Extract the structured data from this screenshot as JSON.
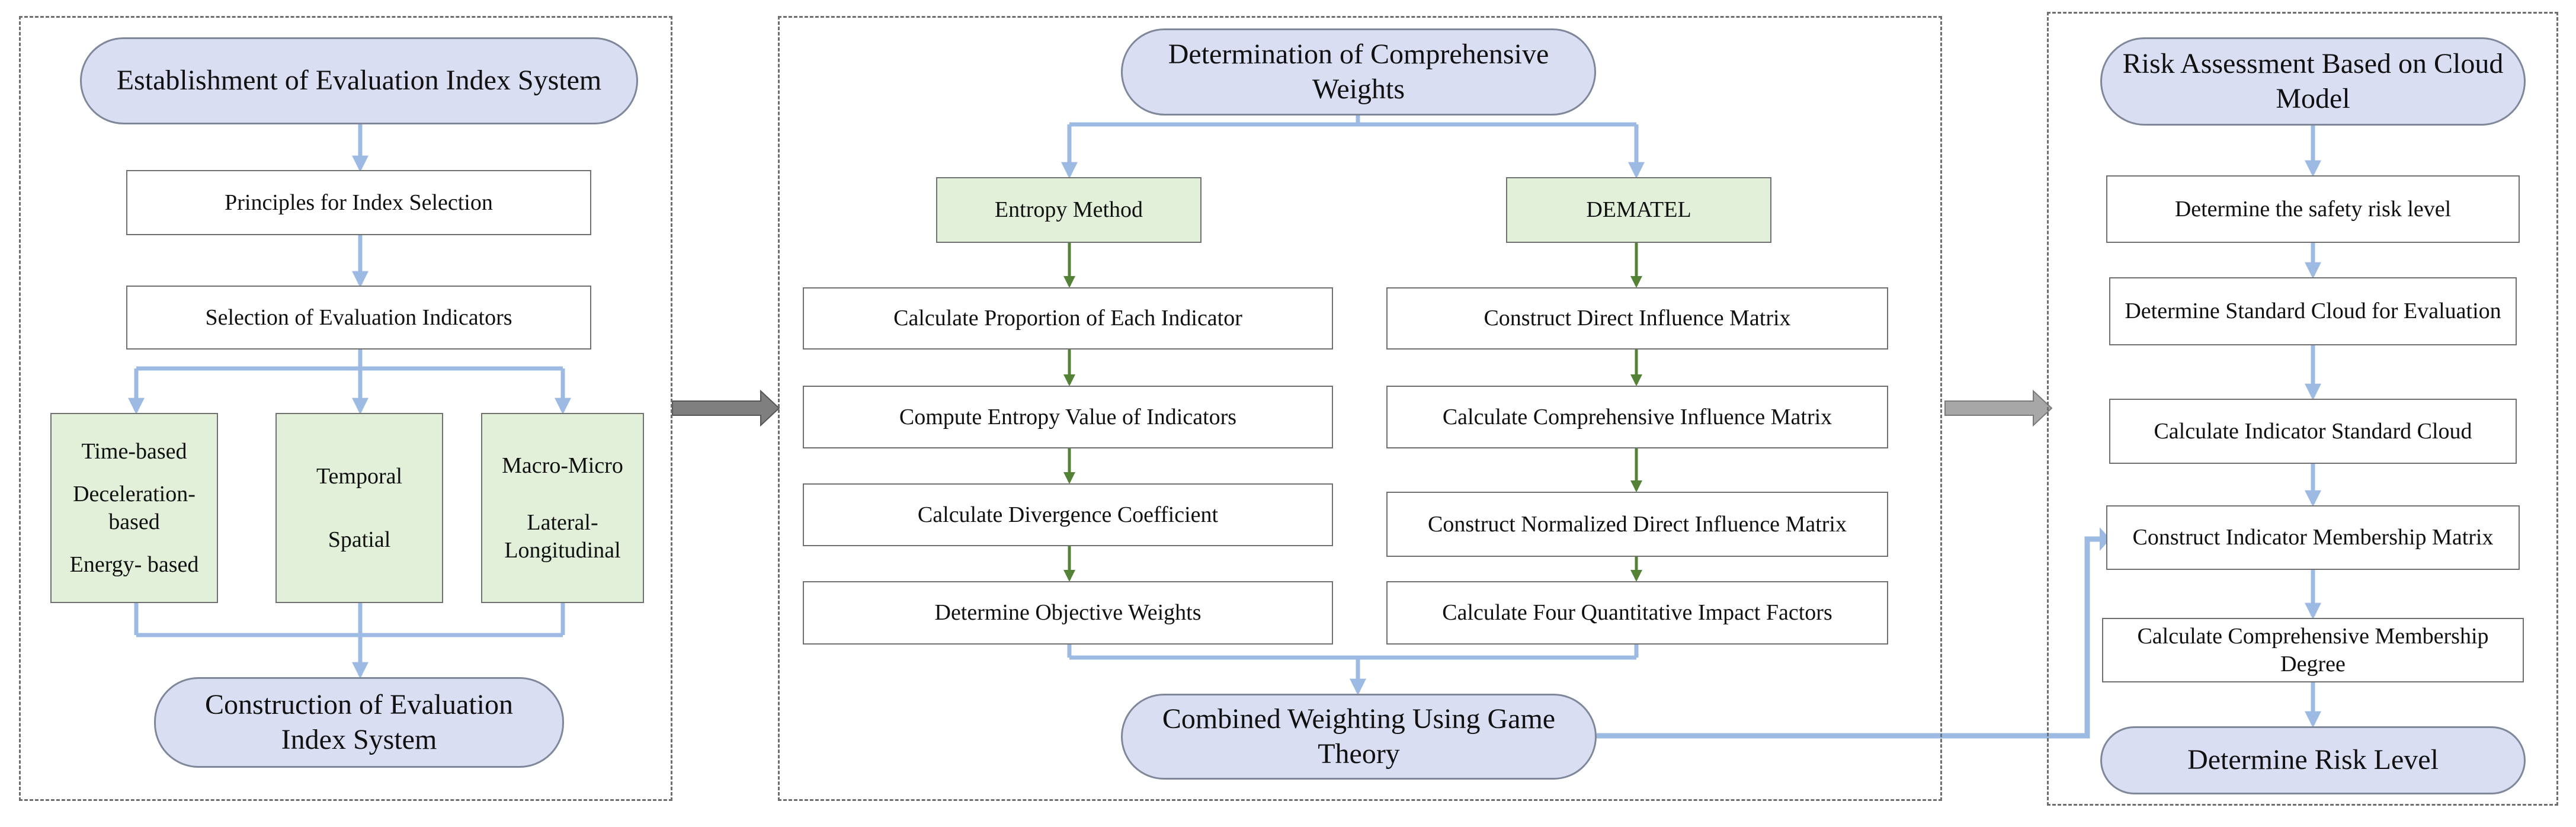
{
  "colors": {
    "pill_fill": "#d9def2",
    "green_fill": "#e2efd9",
    "blue_arrow": "#9dbbe2",
    "green_arrow": "#538135",
    "grey_arrow": "#7f7f7f",
    "panel_border": "#6e6e6e"
  },
  "left_panel": {
    "top_pill": "Establishment of Evaluation Index System",
    "step1": "Principles for Index Selection",
    "step2": "Selection of Evaluation Indicators",
    "categories": [
      {
        "lines": [
          "Time-based",
          "Deceleration-based",
          "Energy- based"
        ]
      },
      {
        "lines": [
          "Temporal",
          "Spatial"
        ]
      },
      {
        "lines": [
          "Macro-Micro",
          "Lateral-Longitudinal"
        ]
      }
    ],
    "bottom_pill": "Construction of Evaluation Index System"
  },
  "middle_panel": {
    "top_pill": "Determination of Comprehensive Weights",
    "entropy": {
      "header": "Entropy Method",
      "steps": [
        "Calculate Proportion of Each Indicator",
        "Compute Entropy Value of Indicators",
        "Calculate Divergence Coefficient",
        "Determine Objective Weights"
      ]
    },
    "dematel": {
      "header": "DEMATEL",
      "steps": [
        "Construct Direct Influence Matrix",
        "Calculate Comprehensive Influence Matrix",
        "Construct Normalized Direct Influence Matrix",
        "Calculate Four Quantitative Impact Factors"
      ]
    },
    "bottom_pill": "Combined Weighting Using Game Theory"
  },
  "right_panel": {
    "top_pill": "Risk Assessment Based on Cloud Model",
    "steps": [
      "Determine the safety risk level",
      "Determine Standard Cloud for Evaluation",
      "Calculate Indicator Standard Cloud",
      "Construct Indicator Membership Matrix",
      "Calculate Comprehensive Membership Degree"
    ],
    "bottom_pill": "Determine Risk Level"
  }
}
